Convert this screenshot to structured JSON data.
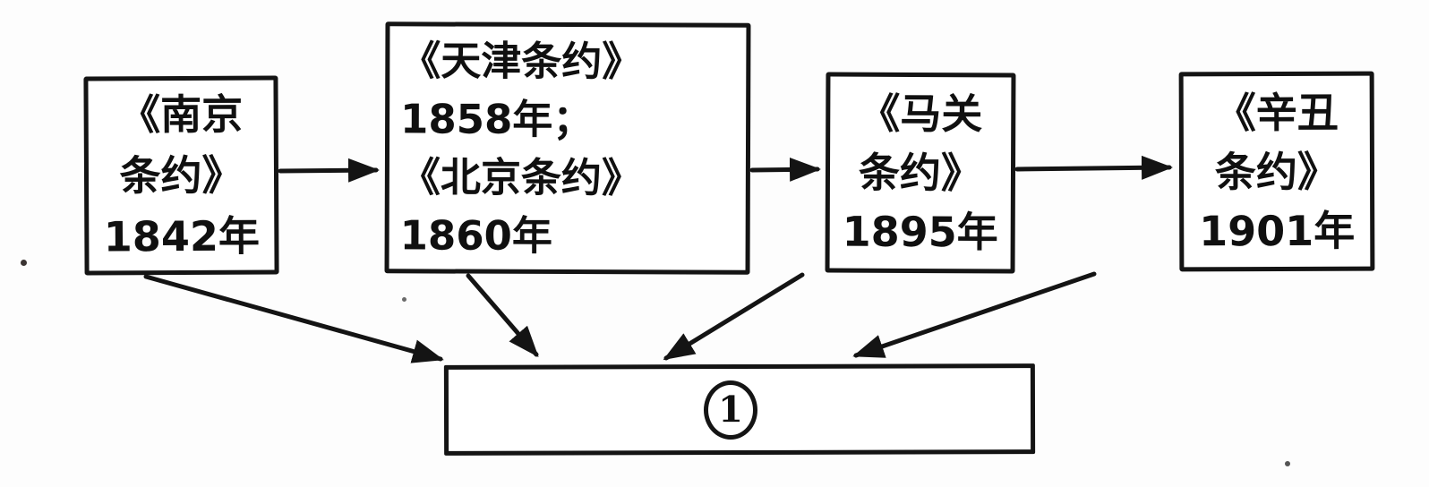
{
  "meta": {
    "background_color": "#ffffff",
    "ink_color": "#141414",
    "description": "Flow diagram of unequal treaties in modern Chinese history converging to one blank result box"
  },
  "diagram": {
    "treaty_boxes": [
      {
        "id": "nanjing",
        "lines": [
          "《南京",
          "条约》",
          "1842年"
        ]
      },
      {
        "id": "tianjin-beijing",
        "lines": [
          "《天津条约》",
          "1858年；",
          "《北京条约》",
          "1860年"
        ]
      },
      {
        "id": "maguan",
        "lines": [
          "《马关",
          "条约》",
          "1895年"
        ]
      },
      {
        "id": "xinchou",
        "lines": [
          "《辛丑",
          "条约》",
          "1901年"
        ]
      }
    ],
    "result_box": {
      "label": "①",
      "digit": "1"
    },
    "arrows": {
      "horizontal": [
        "nanjing → tianjin-beijing",
        "tianjin-beijing → maguan",
        "maguan → xinchou"
      ],
      "converging": [
        "nanjing → result",
        "tianjin-beijing → result",
        "maguan → result",
        "xinchou → result"
      ]
    }
  }
}
